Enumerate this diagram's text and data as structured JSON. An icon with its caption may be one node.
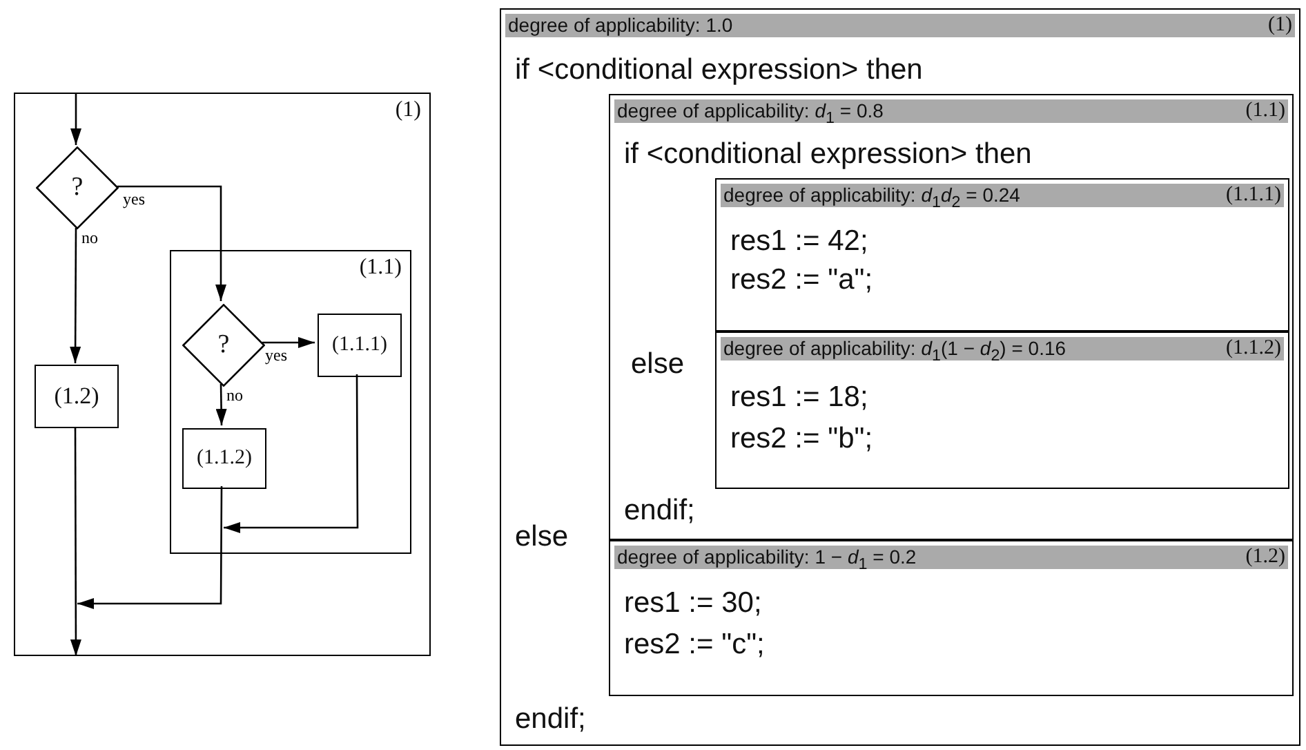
{
  "diagram": {
    "nodes": [
      {
        "text": [
          "(1)"
        ]
      },
      {
        "text": [
          "?"
        ],
        "in": 0
      },
      {
        "text": [
          "(1.1)"
        ],
        "in": 0
      },
      {
        "text": [
          "?"
        ],
        "in": 2
      },
      {
        "text": [
          "(1.1.1)"
        ],
        "in": 2
      },
      {
        "text": [
          "(1.1.2)"
        ],
        "in": 2
      },
      {
        "text": [
          "(1.2)"
        ],
        "in": 0
      },
      {
        "text": [
          "degree of applicability: 1.0",
          "(1)",
          "if <conditional expression> then",
          "else",
          "endif;"
        ]
      },
      {
        "text": [
          "degree of applicability: *d*$_{1}$ = 0.8",
          "(1.1)",
          "if <conditional expression> then",
          "else",
          "endif;"
        ],
        "in": 7
      },
      {
        "text": [
          "degree of applicability: *d*$_{1}$*d*$_{2}$ = 0.24",
          "(1.1.1)",
          "res1 := 42;",
          "res2 := \"a\";"
        ],
        "in": 8
      },
      {
        "text": [
          "degree of applicability: *d*$_{1}$(1 − *d*$_{2}$) = 0.16",
          "(1.1.2)",
          "res1 := 18;",
          "res2 := \"b\";"
        ],
        "in": 8
      },
      {
        "text": [
          "degree of applicability: 1 − *d*$_{1}$ = 0.2",
          "(1.2)",
          "res1 := 30;",
          "res2 := \"c\";"
        ],
        "in": 7
      }
    ],
    "edges": [
      {
        "from": null,
        "to": 1,
        "arrow": "to"
      },
      {
        "from": 1,
        "to": 3,
        "arrow": "to",
        "label": "yes"
      },
      {
        "from": 1,
        "to": 6,
        "arrow": "to",
        "label": "no"
      },
      {
        "from": 3,
        "to": 4,
        "arrow": "to",
        "label": "yes"
      },
      {
        "from": 3,
        "to": 5,
        "arrow": "to",
        "label": "no"
      },
      {
        "from": 4,
        "to": null,
        "arrow": "to"
      },
      {
        "from": 5,
        "to": null,
        "arrow": "to"
      },
      {
        "from": 6,
        "to": null,
        "arrow": "to"
      }
    ]
  }
}
